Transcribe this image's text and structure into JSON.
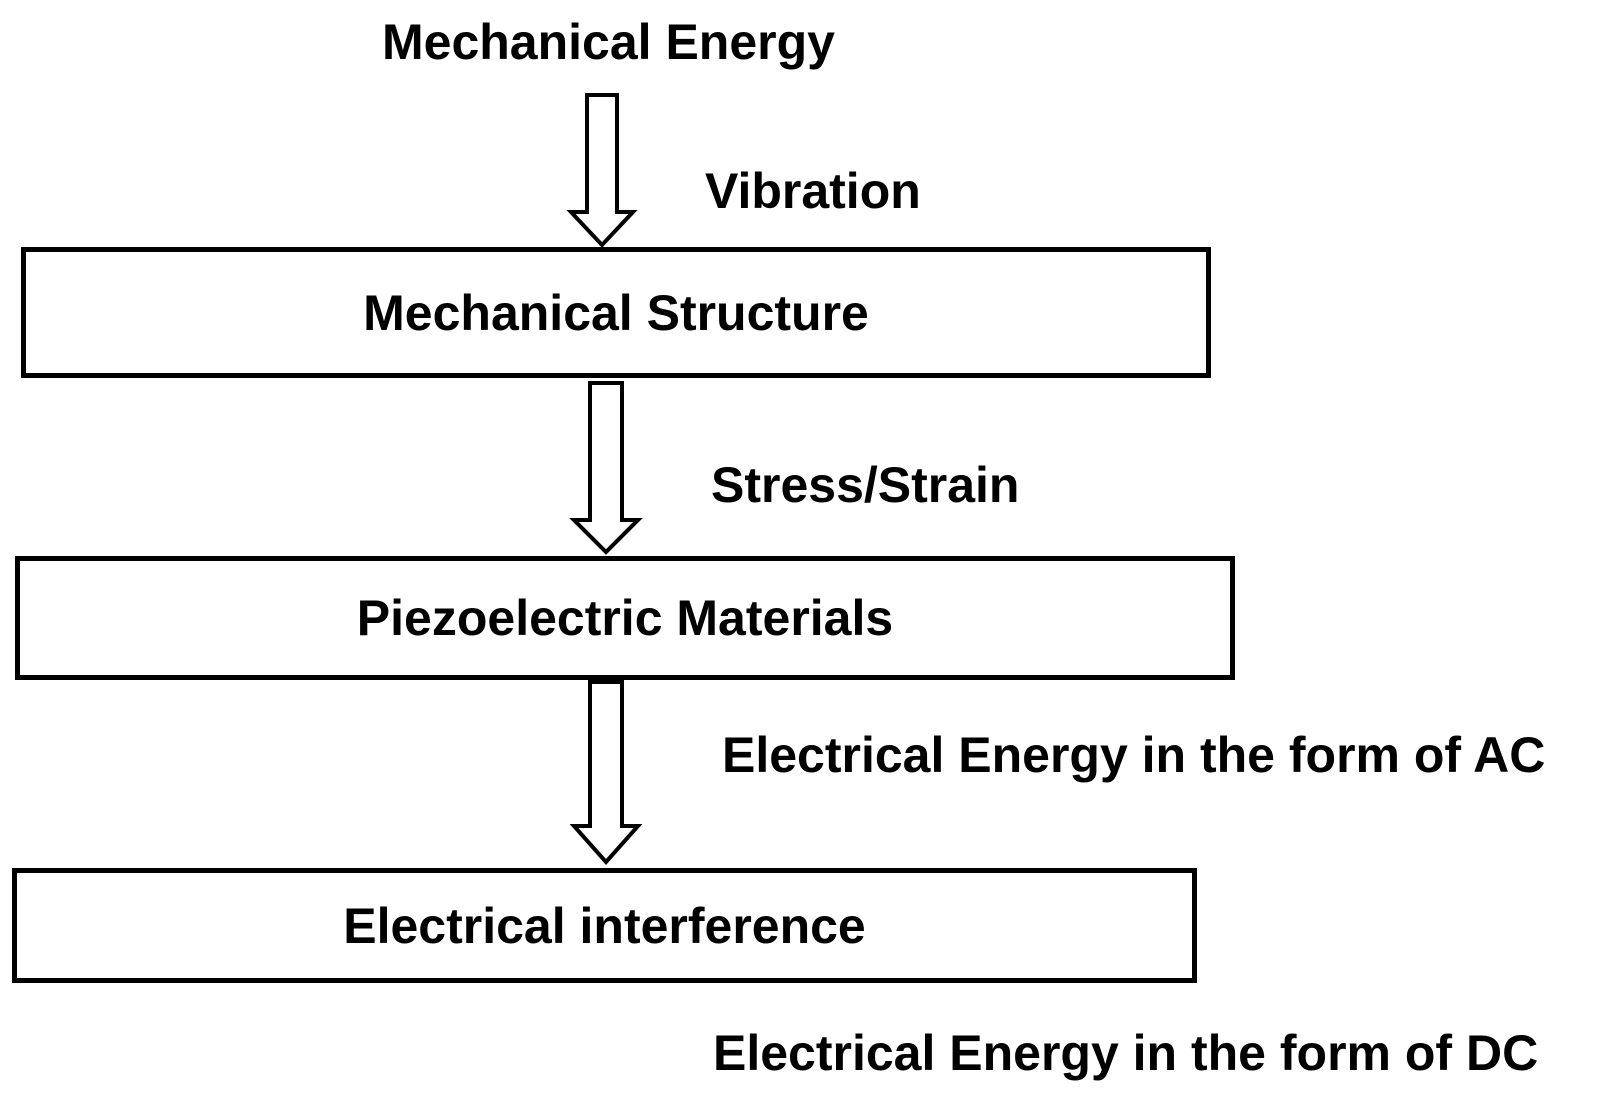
{
  "input": {
    "label": "Mechanical Energy"
  },
  "flow_labels": {
    "vibration": "Vibration",
    "stress_strain": "Stress/Strain",
    "electrical_ac": "Electrical Energy in the form of AC",
    "electrical_dc": "Electrical Energy in the form of DC"
  },
  "boxes": [
    {
      "label": "Mechanical Structure"
    },
    {
      "label": "Piezoelectric Materials"
    },
    {
      "label": "Electrical interference"
    }
  ]
}
